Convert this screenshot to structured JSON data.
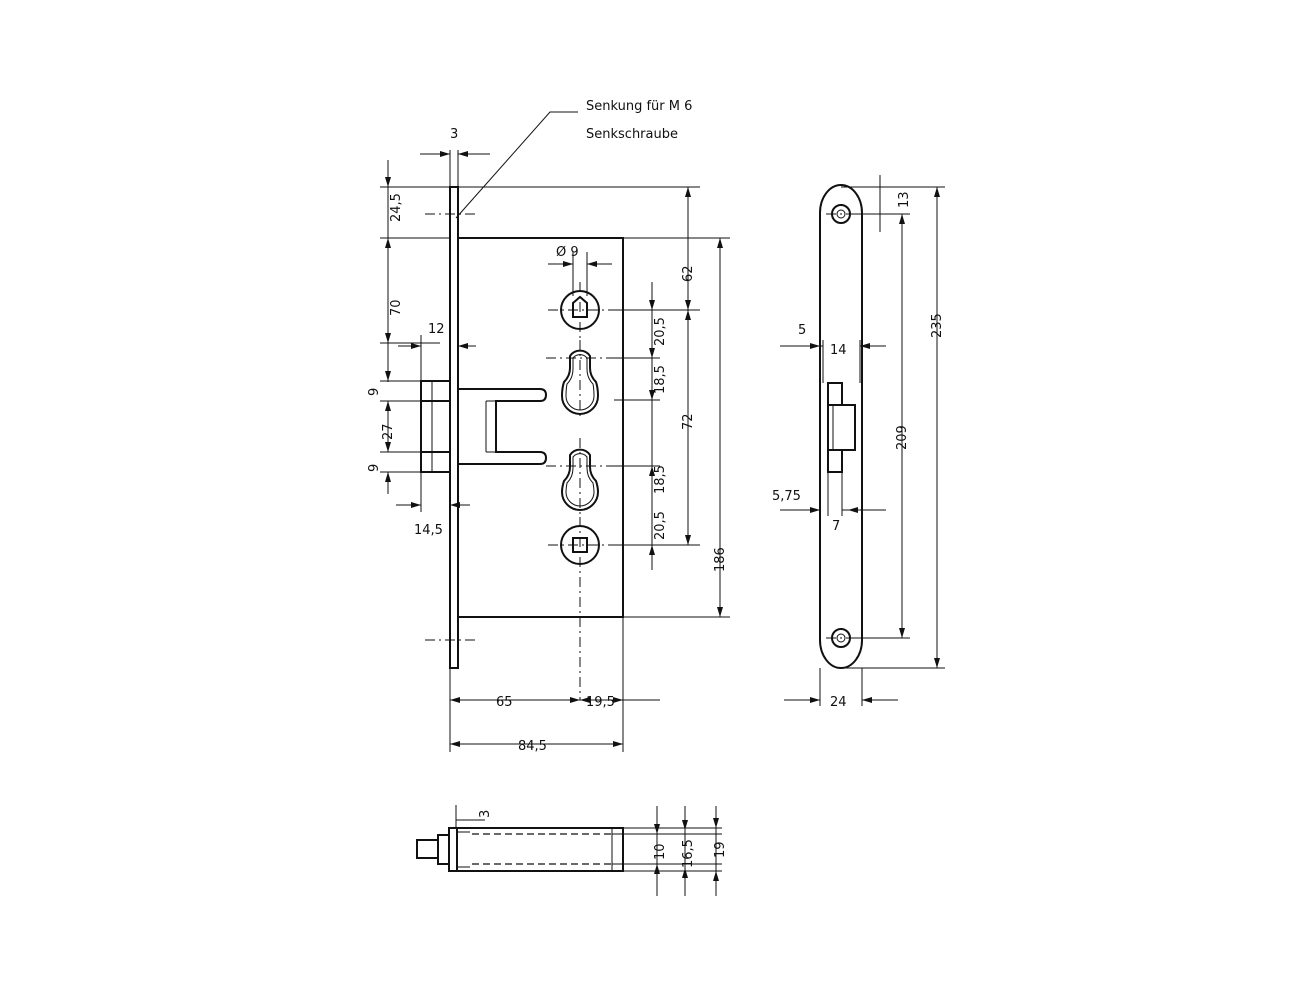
{
  "note": {
    "line1": "Senkung für M 6",
    "line2": "Senkschraube"
  },
  "front_view": {
    "dims": {
      "faceplate_thickness": "3",
      "top_to_case": "24,5",
      "case_to_latch": "70",
      "latch_offset": "12",
      "latch_upper": "9",
      "latch_height": "27",
      "latch_lower": "9",
      "latch_depth": "14,5",
      "spindle_dia": "Ø 9",
      "top_to_spindle": "62",
      "spindle_to_cyl_a": "20,5",
      "cyl_a_to_center": "18,5",
      "spindle_to_spindle": "72",
      "center_to_cyl_b": "18,5",
      "cyl_b_to_spindle": "20,5",
      "case_height": "186",
      "backset": "65",
      "spindle_to_back": "19,5",
      "case_depth": "84,5"
    }
  },
  "strike_plate": {
    "dims": {
      "screw_edge": "13",
      "total_height": "235",
      "screw_distance": "209",
      "opening_offset_top": "5",
      "opening_width_top": "14",
      "opening_offset_bottom": "5,75",
      "opening_width_bottom": "7",
      "width": "24"
    }
  },
  "bottom_view": {
    "dims": {
      "faceplate_thickness": "3",
      "case_thickness": "10",
      "middle_thickness": "16,5",
      "total_thickness": "19"
    }
  }
}
